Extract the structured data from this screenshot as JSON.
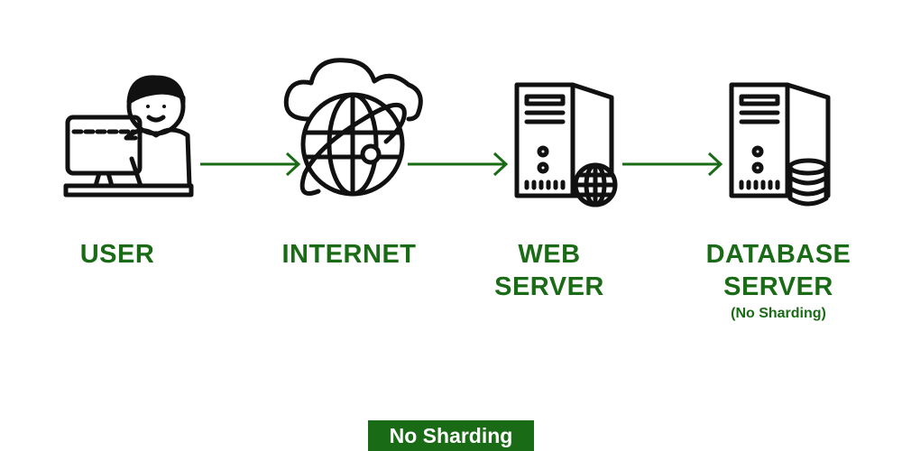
{
  "diagram": {
    "nodes": [
      {
        "id": "user",
        "icon": "user-at-computer-icon",
        "label_lines": [
          "USER"
        ],
        "sublabel": ""
      },
      {
        "id": "internet",
        "icon": "globe-cloud-icon",
        "label_lines": [
          "INTERNET"
        ],
        "sublabel": ""
      },
      {
        "id": "web-server",
        "icon": "web-server-icon",
        "label_lines": [
          "WEB",
          "SERVER"
        ],
        "sublabel": ""
      },
      {
        "id": "database-server",
        "icon": "database-server-icon",
        "label_lines": [
          "DATABASE",
          "SERVER"
        ],
        "sublabel": "(No Sharding)"
      }
    ],
    "edges": [
      {
        "from": "user",
        "to": "internet"
      },
      {
        "from": "internet",
        "to": "web-server"
      },
      {
        "from": "web-server",
        "to": "database-server"
      }
    ],
    "caption": "No Sharding"
  },
  "colors": {
    "accent": "#1a6b16",
    "icon_stroke": "#111111",
    "background": "#ffffff",
    "caption_text": "#ffffff"
  }
}
